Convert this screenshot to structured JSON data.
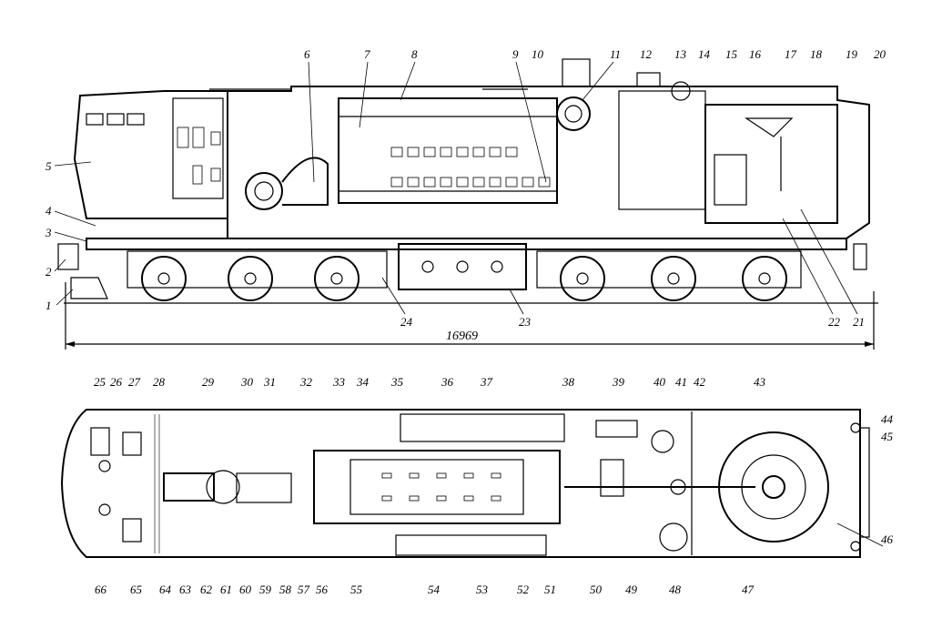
{
  "dimension": "16969",
  "side_labels": [
    "1",
    "2",
    "3",
    "4",
    "5",
    "6",
    "7",
    "8",
    "9",
    "10",
    "11",
    "12",
    "13",
    "14",
    "15",
    "16",
    "17",
    "18",
    "19",
    "20",
    "21",
    "22",
    "23",
    "24"
  ],
  "plan_labels": [
    "25",
    "26",
    "27",
    "28",
    "29",
    "30",
    "31",
    "32",
    "33",
    "34",
    "35",
    "36",
    "37",
    "38",
    "39",
    "40",
    "41",
    "42",
    "43",
    "44",
    "45",
    "46",
    "47",
    "48",
    "49",
    "50",
    "51",
    "52",
    "53",
    "54",
    "55",
    "56",
    "57",
    "58",
    "59",
    "60",
    "61",
    "62",
    "63",
    "64",
    "65",
    "66"
  ]
}
